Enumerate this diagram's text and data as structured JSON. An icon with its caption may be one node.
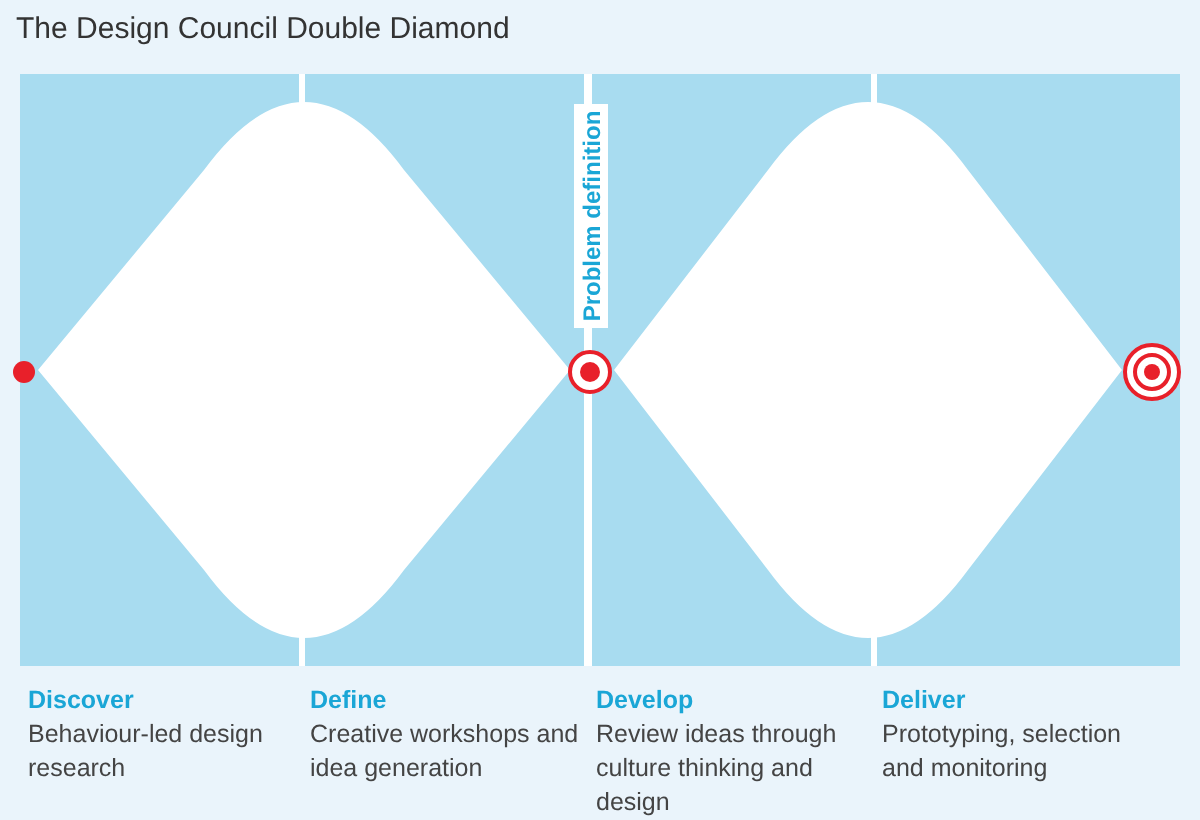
{
  "diagram": {
    "title": "The Design Council Double Diamond",
    "nodes": [
      {
        "text": [],
        "shape": "diamond"
      },
      {
        "text": [],
        "shape": "diamond"
      },
      {
        "text": [],
        "shape": "circle"
      },
      {
        "text": [],
        "shape": "circle"
      },
      {
        "text": [],
        "shape": "circle"
      }
    ],
    "edges": [],
    "labels": [
      "Problem definition",
      "Discover",
      "Behaviour-led design research",
      "Define",
      "Creative workshops and idea generation",
      "Develop",
      "Review ideas through culture thinking and design",
      "Deliver",
      "Prototyping, selection and monitoring"
    ]
  }
}
